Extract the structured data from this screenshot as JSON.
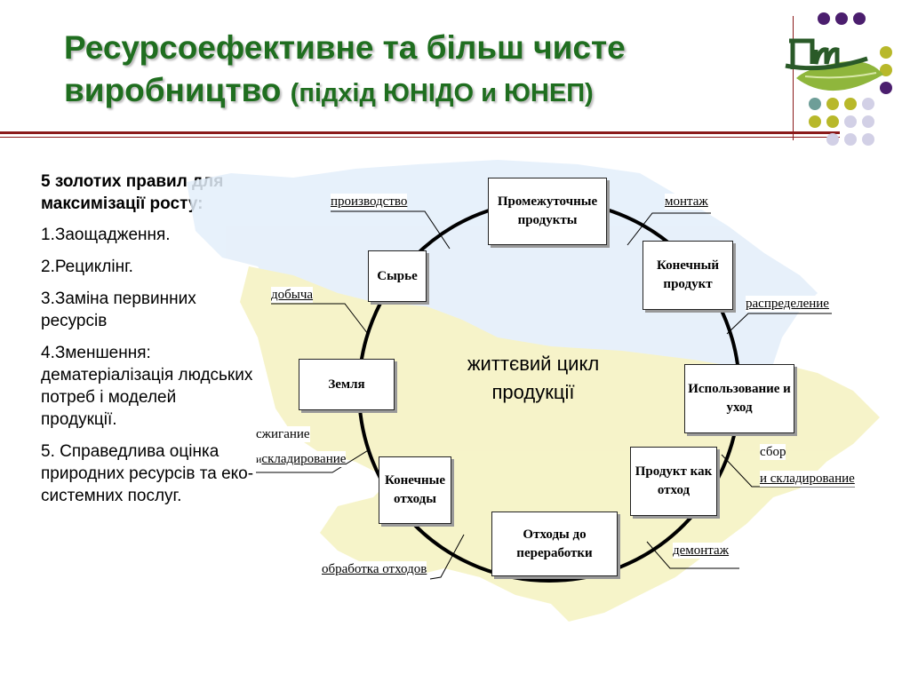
{
  "header": {
    "title_line1": "Ресурсоефективне та більш чисте",
    "title_line2": "виробництво",
    "title_sub": "(підхід ЮНІДО и ЮНЕП)"
  },
  "colors": {
    "title": "#1f6e1f",
    "rule": "#8b1a1a",
    "dot_purple": "#4b1e6e",
    "dot_olive": "#b8b82a",
    "dot_teal": "#6e9e98",
    "dot_lilac": "#d2d0e6"
  },
  "rules": {
    "heading": "5 золотих правил для максимізації росту:",
    "items": [
      "1.Заощадження.",
      "2.Рециклінг.",
      "3.Заміна первинних ресурсів",
      "4.Зменшення: дематеріалізація людських потреб і моделей продукції.",
      "5. Справедлива оцінка природних ресурсів та еко-системних послуг."
    ]
  },
  "diagram": {
    "center_text": "життєвий цикл продукції",
    "boxes": {
      "intermediate": "Промежуточные продукты",
      "final_product": "Конечный продукт",
      "use": "Использование и уход",
      "product_waste": "Продукт как отход",
      "pre_processing": "Отходы до переработки",
      "final_waste": "Конечные отходы",
      "land": "Земля",
      "raw": "Сырье"
    },
    "labels": {
      "production": "производство",
      "assembly": "монтаж",
      "distribution": "распределение",
      "collection_1": "сбор",
      "collection_2": "и складирование",
      "dismantling": "демонтаж",
      "waste_processing": "обработка отходов",
      "burning_1": "сжигание",
      "burning_2a": "и",
      "burning_2b": "складирование",
      "mining": "добыча"
    }
  }
}
